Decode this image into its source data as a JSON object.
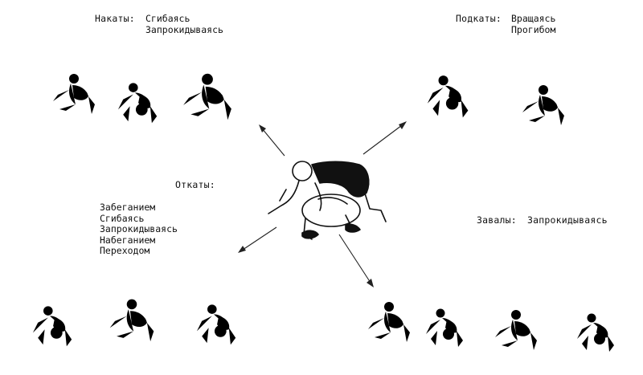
{
  "groups": {
    "nakaty": {
      "title": "Накаты:",
      "items": [
        "Сгибаясь",
        "Запрокидываясь"
      ]
    },
    "podkaty": {
      "title": "Подкаты:",
      "items": [
        "Вращаясь",
        "Прогибом"
      ]
    },
    "otkaty": {
      "title": "Откаты:",
      "items": [
        "Забеганием",
        "Сгибаясь",
        "Запрокидываясь",
        "Набеганием",
        "Переходом"
      ]
    },
    "zavaly": {
      "title": "Завалы:",
      "items": [
        "Запрокидываясь"
      ]
    }
  },
  "colors": {
    "ink": "#111111",
    "background": "#ffffff"
  }
}
